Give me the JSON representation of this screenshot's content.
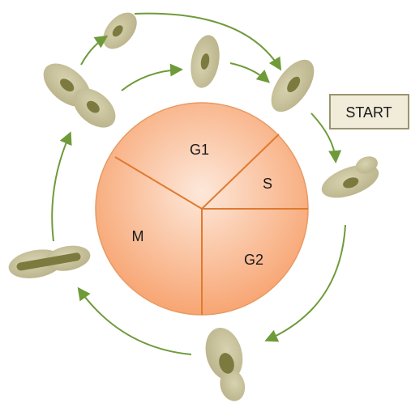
{
  "cycle": {
    "phases": [
      "G1",
      "S",
      "G2",
      "M"
    ]
  },
  "start_box": {
    "label": "START"
  },
  "colors": {
    "pie_center": "#fde8da",
    "pie_edge": "#f7a36f",
    "pie_stroke": "#e07a30",
    "cell_body": "#c8c29a",
    "cell_body_light": "#d6d1ae",
    "nucleus": "#7d7a40",
    "arrow": "#6f9a3a",
    "start_fill": "#f1ecd9",
    "start_stroke": "#9a9470"
  }
}
